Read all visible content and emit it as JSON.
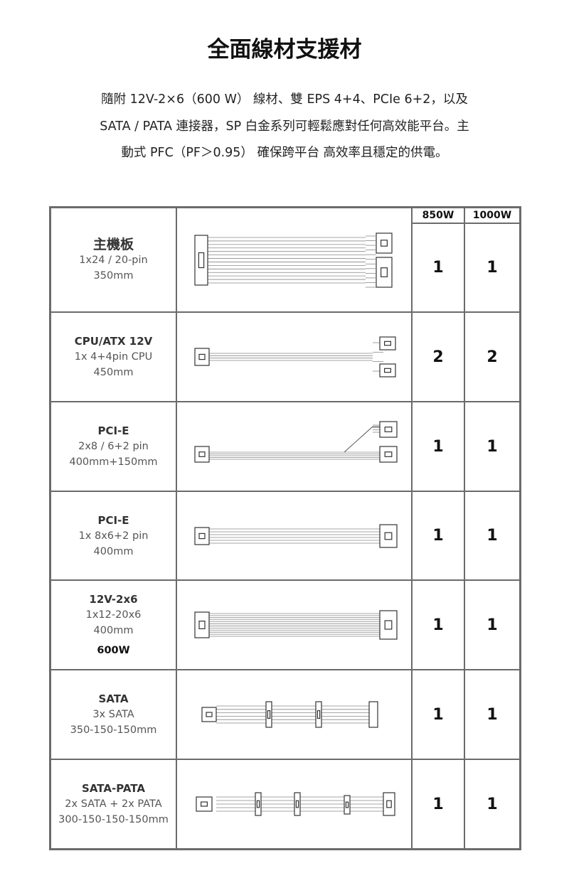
{
  "title": "全面線材支援材",
  "description": [
    "隨附 12V-2×6（600 W） 線材、雙 EPS 4+4、PCIe 6+2，以及",
    "SATA / PATA 連接器，SP 白金系列可輕鬆應對任何高效能平台。主",
    "動式 PFC（PF＞0.95） 確保跨平台 高效率且穩定的供電。"
  ],
  "table": {
    "headers": [
      "850W",
      "1000W"
    ],
    "rows": [
      {
        "name": "主機板",
        "specs": [
          "1x24 / 20-pin",
          "350mm"
        ],
        "cable": "24pin-split",
        "q850": "1",
        "q1000": "1"
      },
      {
        "name": "CPU/ATX 12V",
        "specs": [
          "1x 4+4pin CPU",
          "450mm"
        ],
        "cable": "eps",
        "q850": "2",
        "q1000": "2"
      },
      {
        "name": "PCI-E",
        "specs": [
          "2x8 / 6+2 pin",
          "400mm+150mm"
        ],
        "cable": "pcie-dual",
        "q850": "1",
        "q1000": "1"
      },
      {
        "name": "PCI-E",
        "specs": [
          "1x 8x6+2 pin",
          "400mm"
        ],
        "cable": "pcie-single",
        "q850": "1",
        "q1000": "1"
      },
      {
        "name": "12V-2x6",
        "specs": [
          "1x12-20x6",
          "400mm"
        ],
        "extra": "600W",
        "cable": "12v2x6",
        "q850": "1",
        "q1000": "1"
      },
      {
        "name": "SATA",
        "specs": [
          "3x SATA",
          "350-150-150mm"
        ],
        "cable": "sata",
        "q850": "1",
        "q1000": "1"
      },
      {
        "name": "SATA-PATA",
        "specs": [
          "2x SATA + 2x PATA",
          "300-150-150-150mm"
        ],
        "cable": "sata-pata",
        "q850": "1",
        "q1000": "1"
      }
    ]
  }
}
